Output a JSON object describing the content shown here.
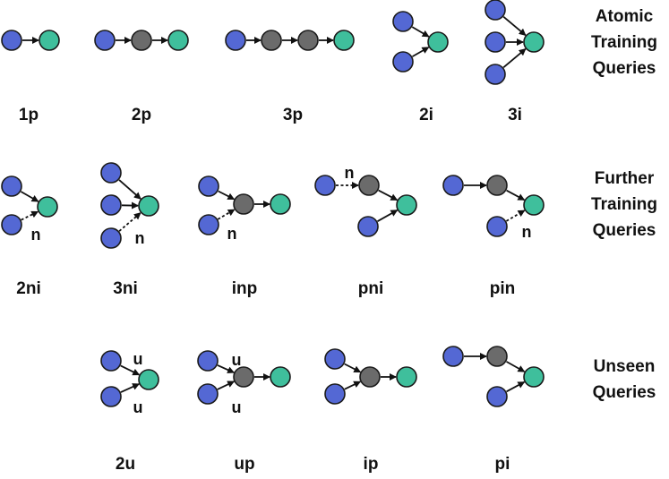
{
  "colors": {
    "anchor": "#5468d4",
    "intermediate": "#6b6b6b",
    "target": "#3fbf9c",
    "outline": "#1a1a1a",
    "edge": "#111111"
  },
  "groups": [
    {
      "lines": [
        "Atomic",
        "Training",
        "Queries"
      ]
    },
    {
      "lines": [
        "Further",
        "Training",
        "Queries"
      ]
    },
    {
      "lines": [
        "Unseen",
        "Queries"
      ]
    }
  ],
  "queries": [
    {
      "label": "1p"
    },
    {
      "label": "2p"
    },
    {
      "label": "3p"
    },
    {
      "label": "2i"
    },
    {
      "label": "3i"
    },
    {
      "label": "2ni"
    },
    {
      "label": "3ni"
    },
    {
      "label": "inp"
    },
    {
      "label": "pni"
    },
    {
      "label": "pin"
    },
    {
      "label": "2u"
    },
    {
      "label": "up"
    },
    {
      "label": "ip"
    },
    {
      "label": "pi"
    }
  ],
  "edge_marks": {
    "negation": "n",
    "union": "u"
  }
}
